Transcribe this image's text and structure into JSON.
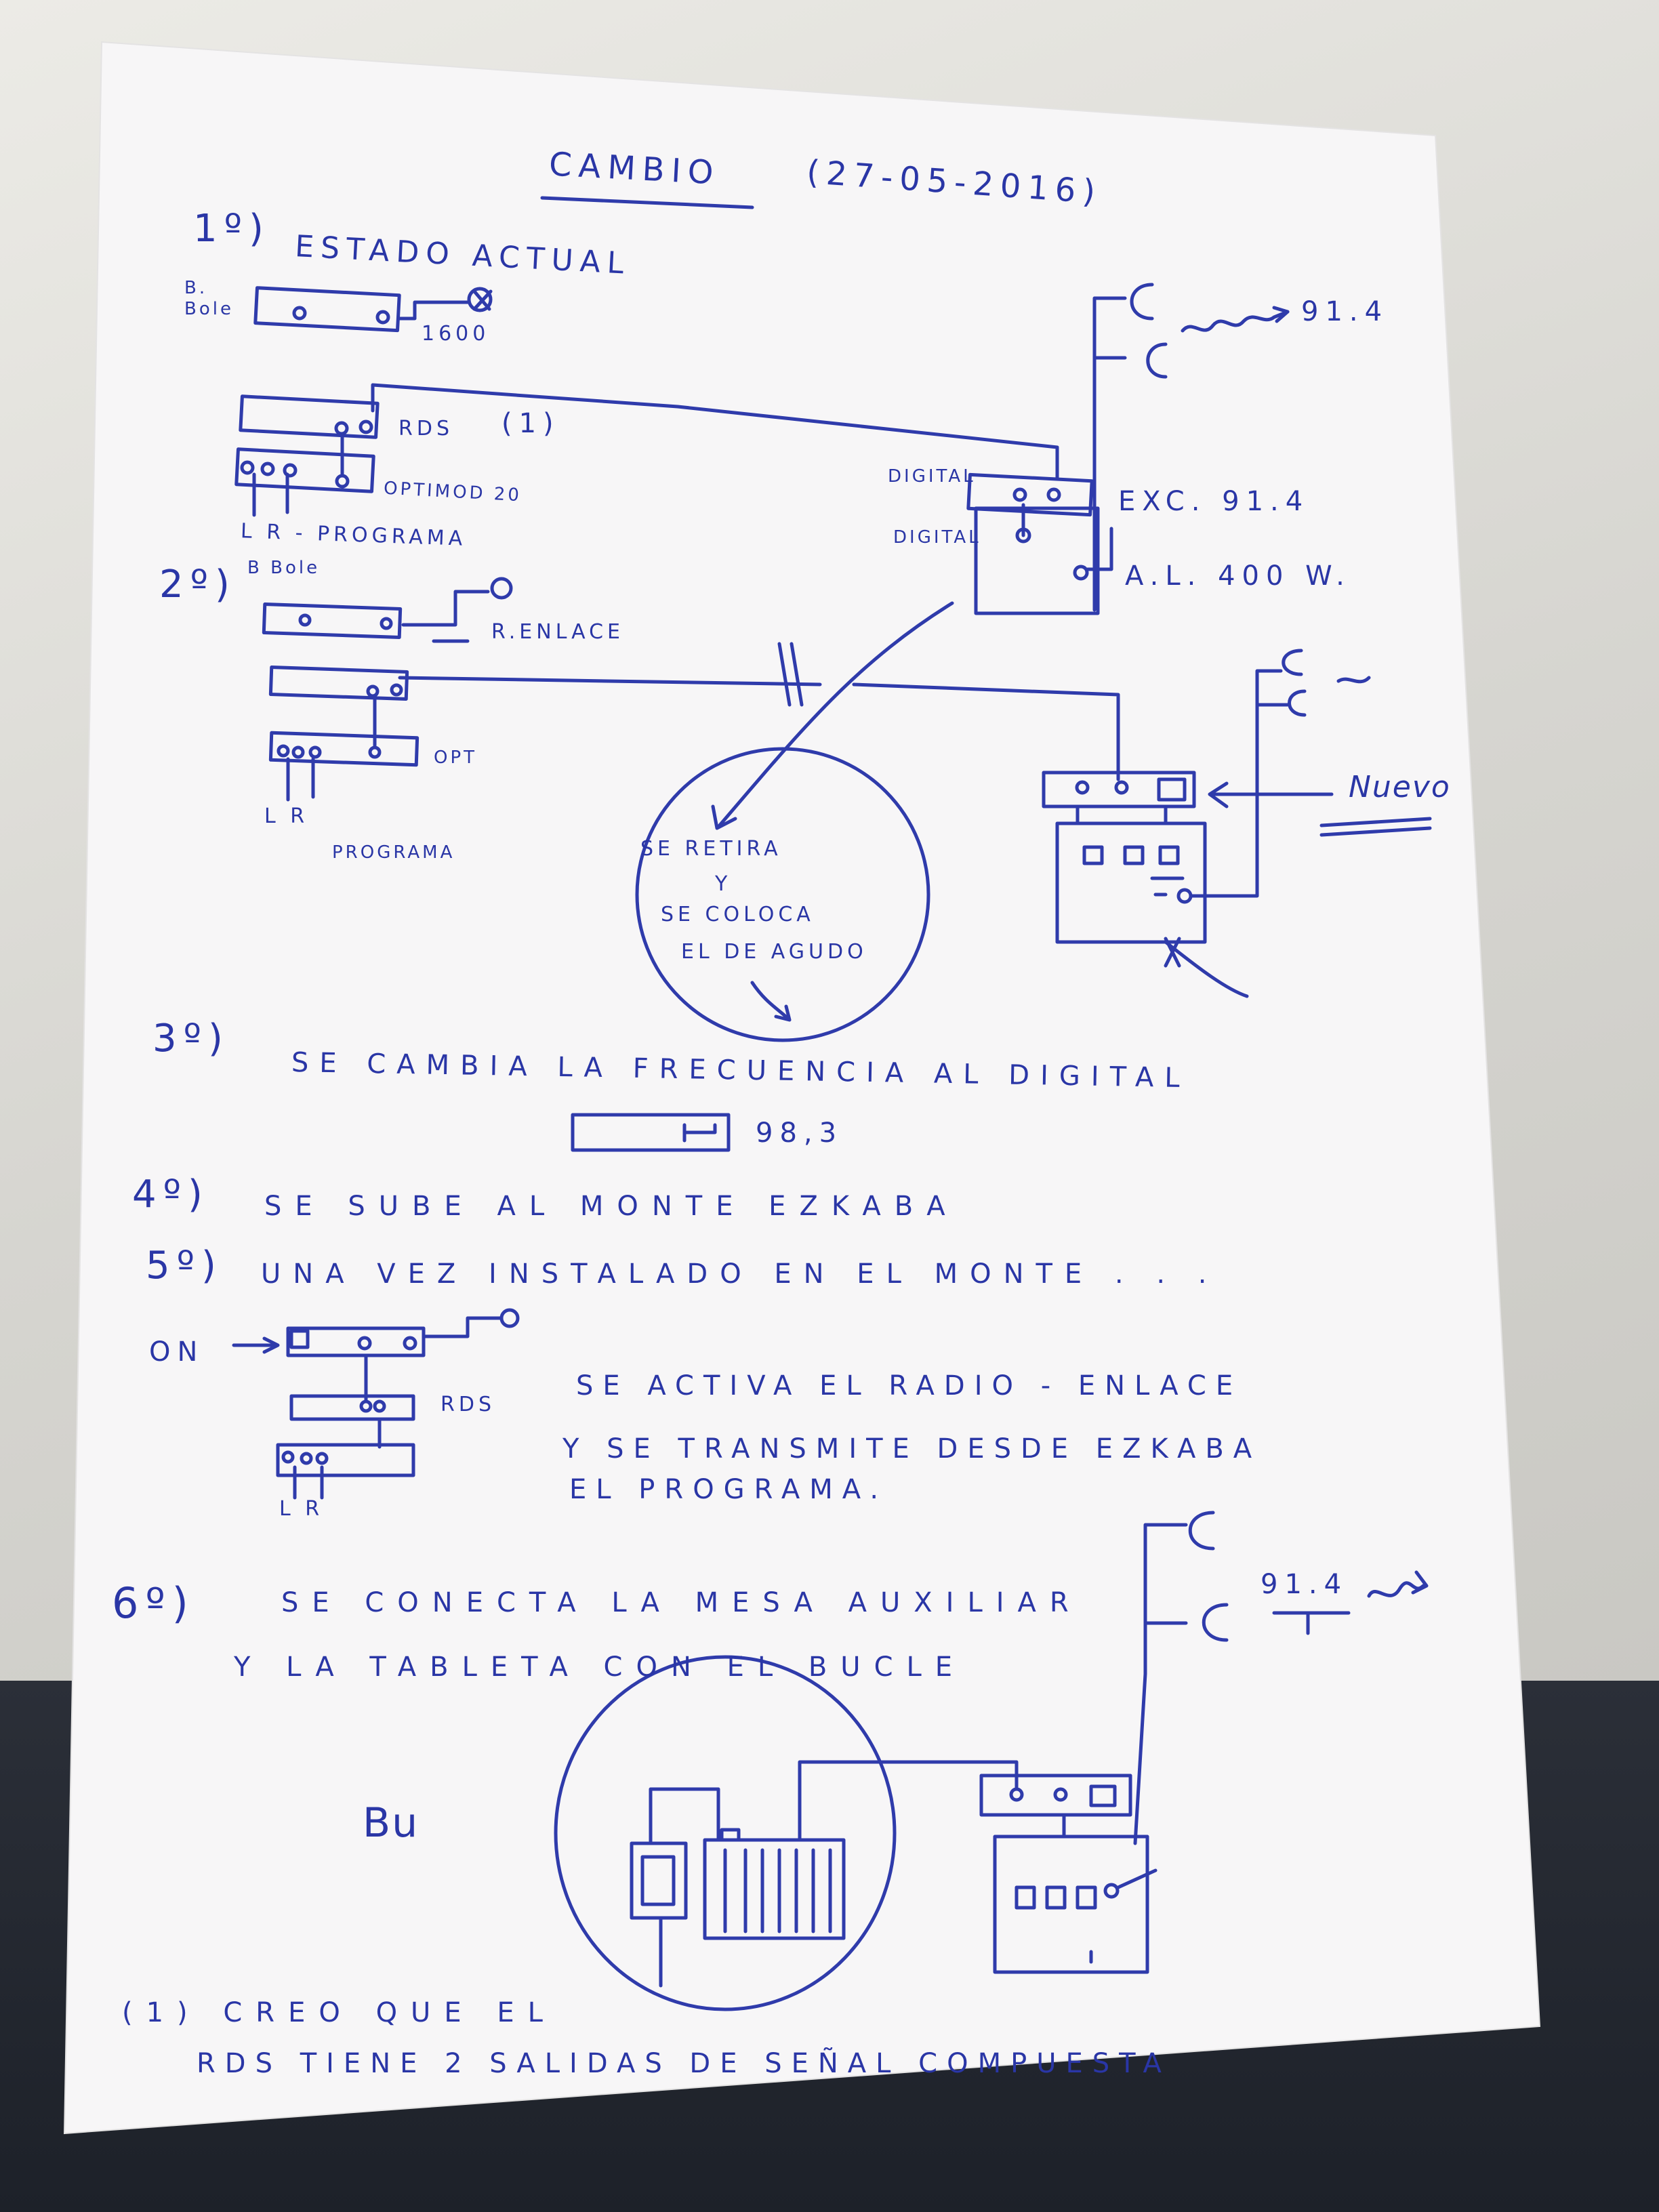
{
  "title": "CAMBIO",
  "date": "(27-05-2016)",
  "steps": {
    "s1": {
      "num": "1º)",
      "title": "ESTADO ACTUAL"
    },
    "s2": {
      "num": "2º)"
    },
    "s3": {
      "num": "3º)",
      "text": "SE CAMBIA LA FRECUENCIA AL DIGITAL",
      "freq": "98,3"
    },
    "s4": {
      "num": "4º)",
      "text": "SE SUBE AL MONTE EZKABA"
    },
    "s5": {
      "num": "5º)",
      "text": "UNA VEZ INSTALADO EN EL MONTE . . .",
      "note_line1": "SE ACTIVA EL RADIO - ENLACE",
      "note_line2": "Y SE TRANSMITE DESDE EZKABA",
      "note_line3": "EL PROGRAMA."
    },
    "s6": {
      "num": "6º)",
      "line1": "SE CONECTA LA MESA AUXILIAR",
      "line2": "Y LA TABLETA CON EL BUCLE"
    }
  },
  "labels": {
    "b_bole1": "B.\nBole",
    "r1600": "1600",
    "rds1": "RDS",
    "rds_ref": "(1)",
    "optimod": "OPTIMOD 20",
    "lr_prog": "L R - PROGRAMA",
    "digital1": "DIGITAL",
    "digital2": "DIGITAL",
    "exc": "EXC. 91.4",
    "al": "A.L. 400 W.",
    "f914_top": "91.4",
    "b_bole2": "B Bole",
    "renlace": "R.ENLACE",
    "opt": "OPT",
    "lr2": "L R",
    "programa2": "PROGRAMA",
    "circle_1": "SE RETIRA",
    "circle_2": "Y",
    "circle_3": "SE COLOCA",
    "circle_4": "EL DE AGUDO",
    "nuevo": "Nuevo",
    "on": "ON",
    "rds3": "RDS",
    "lr3": "L R",
    "f914_bottom": "91.4",
    "bu": "Bu"
  },
  "footnote": {
    "line1": "(1) CREO QUE EL",
    "line2": "RDS TIENE 2 SALIDAS DE SEÑAL COMPUESTA"
  },
  "ink_color": "#2f3bab"
}
